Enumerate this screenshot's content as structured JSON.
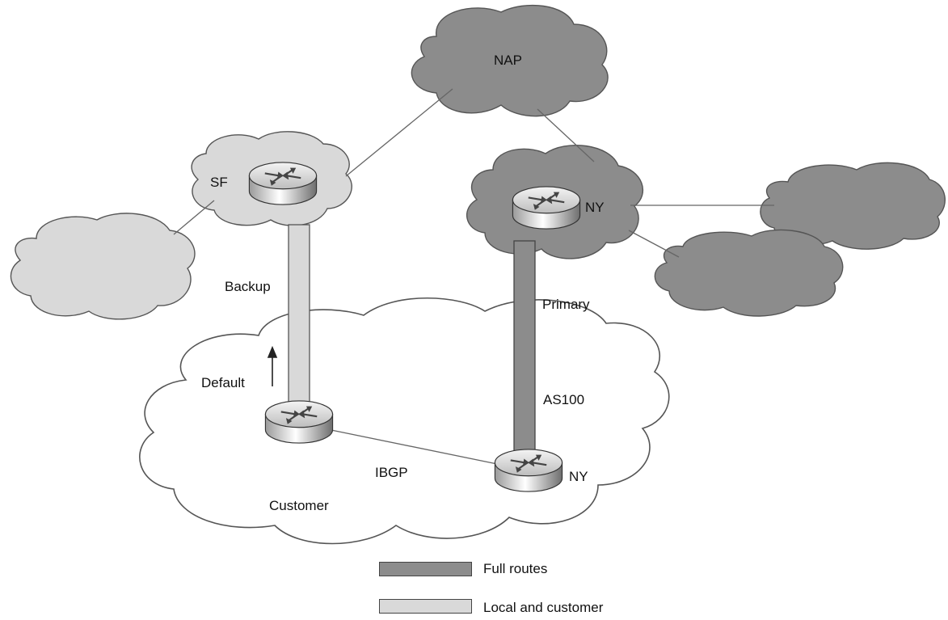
{
  "labels": {
    "nap": "NAP",
    "sf": "SF",
    "ny_top": "NY",
    "ny_bottom": "NY",
    "backup": "Backup",
    "primary": "Primary",
    "default": "Default",
    "as100": "AS100",
    "ibgp": "IBGP",
    "customer": "Customer"
  },
  "legend": {
    "full_routes": "Full routes",
    "local_and_customer": "Local and customer"
  },
  "colors": {
    "dark_cloud": "#8c8c8c",
    "light_cloud": "#d9d9d9",
    "primary_link": "#8c8c8c",
    "backup_link": "#d9d9d9",
    "line": "#666666"
  }
}
